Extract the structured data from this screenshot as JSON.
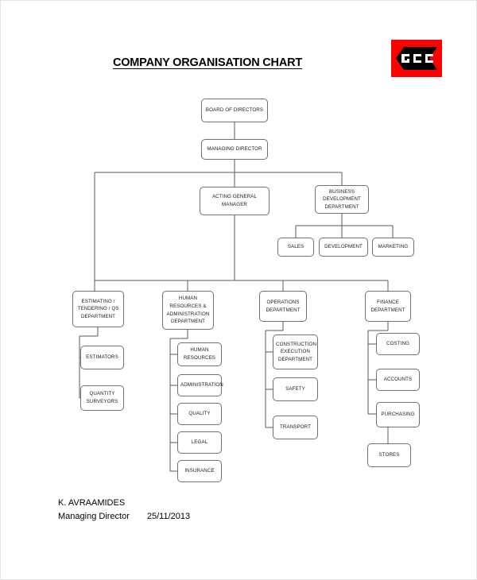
{
  "document": {
    "title": "COMPANY ORGANISATION CHART",
    "logo": {
      "name": "gcc-logo",
      "text": "GCC",
      "background_color": "#ff0000",
      "mark_color": "#000000",
      "letter_color": "#ffffff"
    },
    "signature": {
      "name": "K. AVRAAMIDES",
      "role": "Managing Director",
      "date": "25/11/2013"
    }
  },
  "chart_data": {
    "type": "diagram",
    "title": "COMPANY ORGANISATION CHART",
    "layout": "top-down org chart with vertical child spines",
    "nodes": {
      "board": "BOARD OF DIRECTORS",
      "managing_director": "MANAGING DIRECTOR",
      "acting_general_manager": "ACTING GENERAL MANAGER",
      "business_development": "BUSINESS DEVELOPMENT DEPARTMENT",
      "sales": "SALES",
      "development": "DEVELOPMENT",
      "marketing": "MARKETING",
      "estimating_dept": "ESTIMATING / TENDERING / QS DEPARTMENT",
      "estimators": "ESTIMATORS",
      "quantity_surveyors": "QUANTITY SURVEYORS",
      "hr_dept": "HUMAN RESOURCES & ADMINISTRATION DEPARTMENT",
      "human_resources": "HUMAN RESOURCES",
      "administration": "ADMINISTRATION",
      "quality": "QUALITY",
      "legal": "LEGAL",
      "insurance": "INSURANCE",
      "operations_dept": "OPERATIONS DEPARTMENT",
      "construction_execution": "CONSTRUCTION EXECUTION DEPARTMENT",
      "safety": "SAFETY",
      "transport": "TRANSPORT",
      "finance_dept": "FINANCE DEPARTMENT",
      "costing": "COSTING",
      "accounts": "ACCOUNTS",
      "purchasing": "PURCHASING",
      "stores": "STORES"
    },
    "edges": [
      [
        "board",
        "managing_director"
      ],
      [
        "managing_director",
        "acting_general_manager"
      ],
      [
        "managing_director",
        "business_development"
      ],
      [
        "business_development",
        "sales"
      ],
      [
        "business_development",
        "development"
      ],
      [
        "business_development",
        "marketing"
      ],
      [
        "acting_general_manager",
        "estimating_dept"
      ],
      [
        "acting_general_manager",
        "hr_dept"
      ],
      [
        "acting_general_manager",
        "operations_dept"
      ],
      [
        "acting_general_manager",
        "finance_dept"
      ],
      [
        "estimating_dept",
        "estimators"
      ],
      [
        "estimating_dept",
        "quantity_surveyors"
      ],
      [
        "hr_dept",
        "human_resources"
      ],
      [
        "hr_dept",
        "administration"
      ],
      [
        "hr_dept",
        "quality"
      ],
      [
        "hr_dept",
        "legal"
      ],
      [
        "hr_dept",
        "insurance"
      ],
      [
        "operations_dept",
        "construction_execution"
      ],
      [
        "operations_dept",
        "safety"
      ],
      [
        "operations_dept",
        "transport"
      ],
      [
        "finance_dept",
        "costing"
      ],
      [
        "finance_dept",
        "accounts"
      ],
      [
        "finance_dept",
        "purchasing"
      ],
      [
        "purchasing",
        "stores"
      ]
    ],
    "line_color": "#555a5e",
    "node_border_color": "#6b7075",
    "node_fill": "#ffffff"
  }
}
